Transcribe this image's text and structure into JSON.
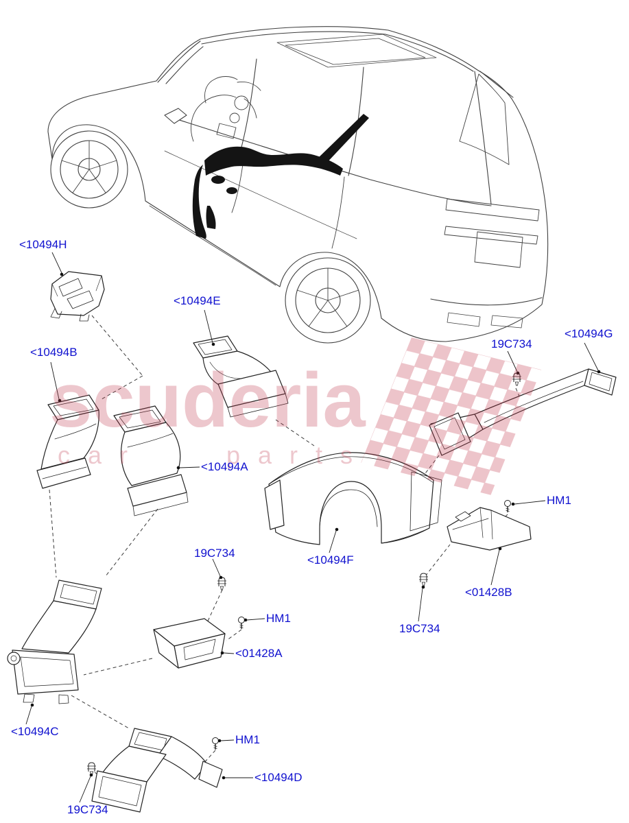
{
  "watermark": {
    "brand": "scuderia",
    "tagline": [
      "car",
      "parts"
    ],
    "color": "#c23a4e"
  },
  "colors": {
    "part_label": "#0f10cf",
    "line_art": "#3f3f3f",
    "duct_fill": "#141414"
  },
  "labels": [
    {
      "id": "10494H",
      "text": "<10494H"
    },
    {
      "id": "10494E",
      "text": "<10494E"
    },
    {
      "id": "19C734-a",
      "text": "19C734"
    },
    {
      "id": "10494G",
      "text": "<10494G"
    },
    {
      "id": "10494B",
      "text": "<10494B"
    },
    {
      "id": "10494A",
      "text": "<10494A"
    },
    {
      "id": "HM1-a",
      "text": "HM1"
    },
    {
      "id": "10494F",
      "text": "<10494F"
    },
    {
      "id": "01428B",
      "text": "<01428B"
    },
    {
      "id": "19C734-b",
      "text": "19C734"
    },
    {
      "id": "HM1-b",
      "text": "HM1"
    },
    {
      "id": "19C734-c",
      "text": "19C734"
    },
    {
      "id": "01428A",
      "text": "<01428A"
    },
    {
      "id": "10494C",
      "text": "<10494C"
    },
    {
      "id": "HM1-c",
      "text": "HM1"
    },
    {
      "id": "10494D",
      "text": "<10494D"
    },
    {
      "id": "19C734-d",
      "text": "19C734"
    }
  ]
}
